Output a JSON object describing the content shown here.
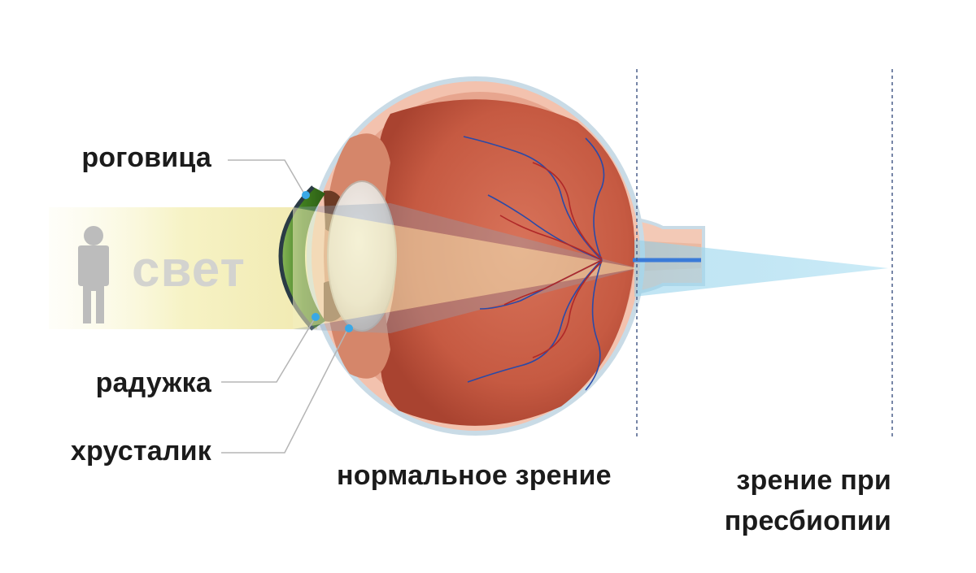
{
  "labels": {
    "cornea": "роговица",
    "iris": "радужка",
    "lens": "хрусталик",
    "light": "свет",
    "normal_vision": "нормальное зрение",
    "presbyopia_line1": "зрение при",
    "presbyopia_line2": "пресбиопии"
  },
  "colors": {
    "sclera": "#f3c2ae",
    "sclera_outer": "#c9dbe6",
    "interior": "#c45a43",
    "lens": "#e8e2dc",
    "cornea_green": "#4f8d2a",
    "light_beam": "#f4f0b8",
    "focus_beam": "#9fd8ee",
    "vessels_blue": "#2a4aa8",
    "vessels_red": "#b02828",
    "marker": "#39a8e6",
    "leader_line": "#b5b5b5",
    "dashed_line": "#4a5f8a",
    "person_icon": "#bcbcbc"
  },
  "icons": {
    "person": "person-icon"
  }
}
